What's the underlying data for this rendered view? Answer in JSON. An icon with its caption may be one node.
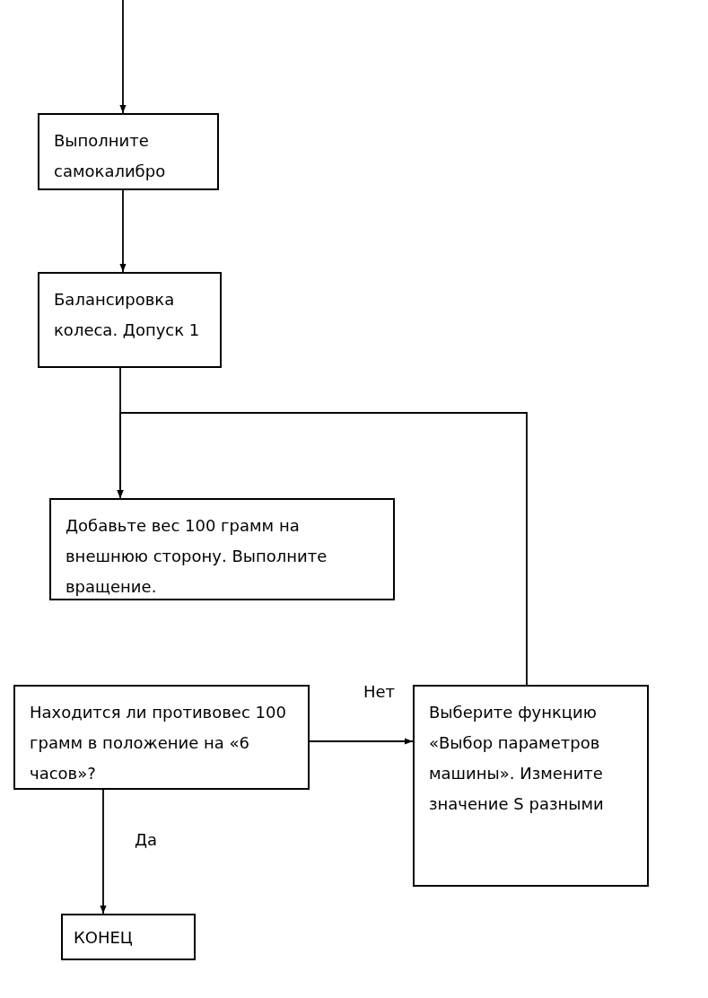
{
  "diagram": {
    "nodes": [
      {
        "text": [
          "Выполните самокалибро"
        ]
      },
      {
        "text": [
          "Балансировка колеса. Допуск 1"
        ]
      },
      {
        "text": [
          "Добавьте вес 100 грамм на внешнюю сторону. Выполните вращение."
        ]
      },
      {
        "text": [
          "Находится ли противовес 100 грамм в положение на «6 часов»?"
        ]
      },
      {
        "text": [
          "Выберите функцию «Выбор параметров машины». Измените значение S разными"
        ]
      },
      {
        "text": [
          "КОНЕЦ"
        ]
      }
    ],
    "edges": [
      {
        "from": null,
        "to": 0,
        "arrow": "to"
      },
      {
        "from": 0,
        "to": 1,
        "arrow": "to"
      },
      {
        "from": 1,
        "to": 2,
        "arrow": "to"
      },
      {
        "from": 4,
        "to": 2,
        "arrow": "to"
      },
      {
        "from": 3,
        "to": 4,
        "arrow": "to",
        "label": "Нет"
      },
      {
        "from": 3,
        "to": 5,
        "arrow": "to",
        "label": "Да"
      }
    ]
  }
}
